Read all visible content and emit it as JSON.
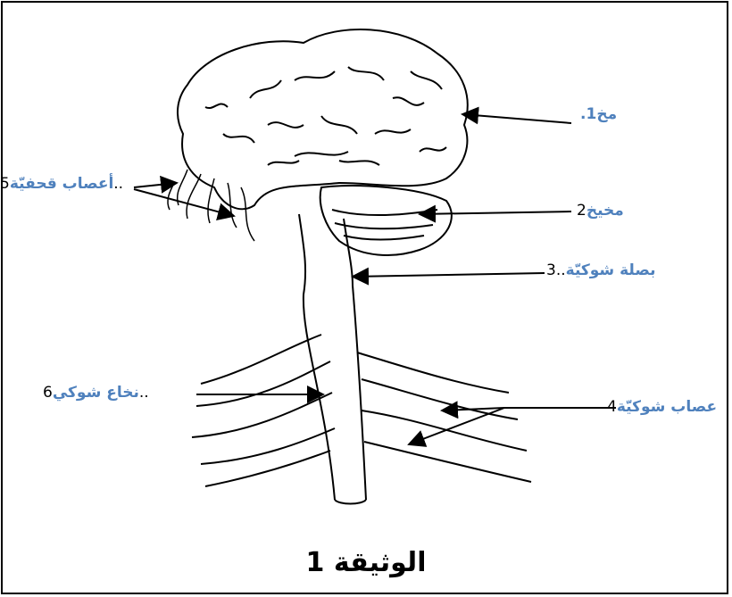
{
  "labels": {
    "brain": {
      "num": "1",
      "name": "مخ",
      "dot": "."
    },
    "cerebellum": {
      "num": "2",
      "name": "مخيخ"
    },
    "medulla": {
      "num": "3",
      "dots": "..",
      "name": "بصلة شوكيّة"
    },
    "spinal_nerves": {
      "num": "4",
      "name": "عصاب شوكيّة"
    },
    "cranial_nerves": {
      "num": "5",
      "dots": "..",
      "name": "أعصاب قحفيّة"
    },
    "spinal_cord": {
      "num": "6",
      "dots": "..",
      "name": "نخاع شوكي"
    }
  },
  "caption": "الوثيقة 1",
  "colors": {
    "label_blue": "#4f81bd",
    "line": "#000000"
  }
}
